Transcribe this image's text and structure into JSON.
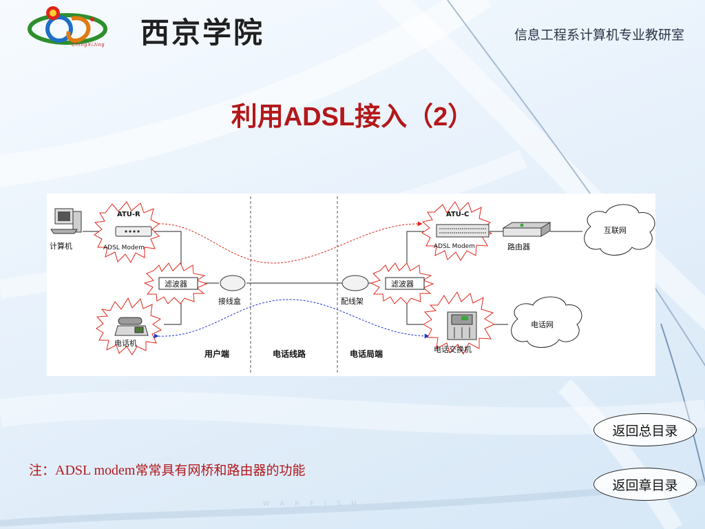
{
  "header": {
    "school_name": "西京学院",
    "logo_subtitle": "ChingXiJing",
    "department": "信息工程系计算机专业教研室"
  },
  "slide": {
    "title": "利用ADSL接入（2）"
  },
  "diagram": {
    "zones": {
      "user": "用户端",
      "line": "电话线路",
      "office": "电话局端"
    },
    "nodes": {
      "computer": "计算机",
      "atu_r": "ATU-R",
      "adsl_modem_r": "ADSL Modem",
      "filter_user": "滤波器",
      "phone": "电话机",
      "junction_box": "接线盒",
      "distribution_frame": "配线架",
      "filter_office": "滤波器",
      "atu_c": "ATU-C",
      "adsl_modem_c": "ADSL Modem",
      "router": "路由器",
      "internet": "互联网",
      "switch": "电话交换机",
      "phone_network": "电话网"
    },
    "colors": {
      "burst_outline": "#e0261a",
      "data_path": "#e0261a",
      "voice_path": "#1f35c4",
      "wire": "#222222"
    }
  },
  "note": {
    "prefix": "注：",
    "latin": "ADSL modem",
    "suffix": "常常具有网桥和路由器的功能"
  },
  "nav": {
    "main_toc": "返回总目录",
    "chapter_toc": "返回章目录"
  },
  "watermark": "WARFISH"
}
